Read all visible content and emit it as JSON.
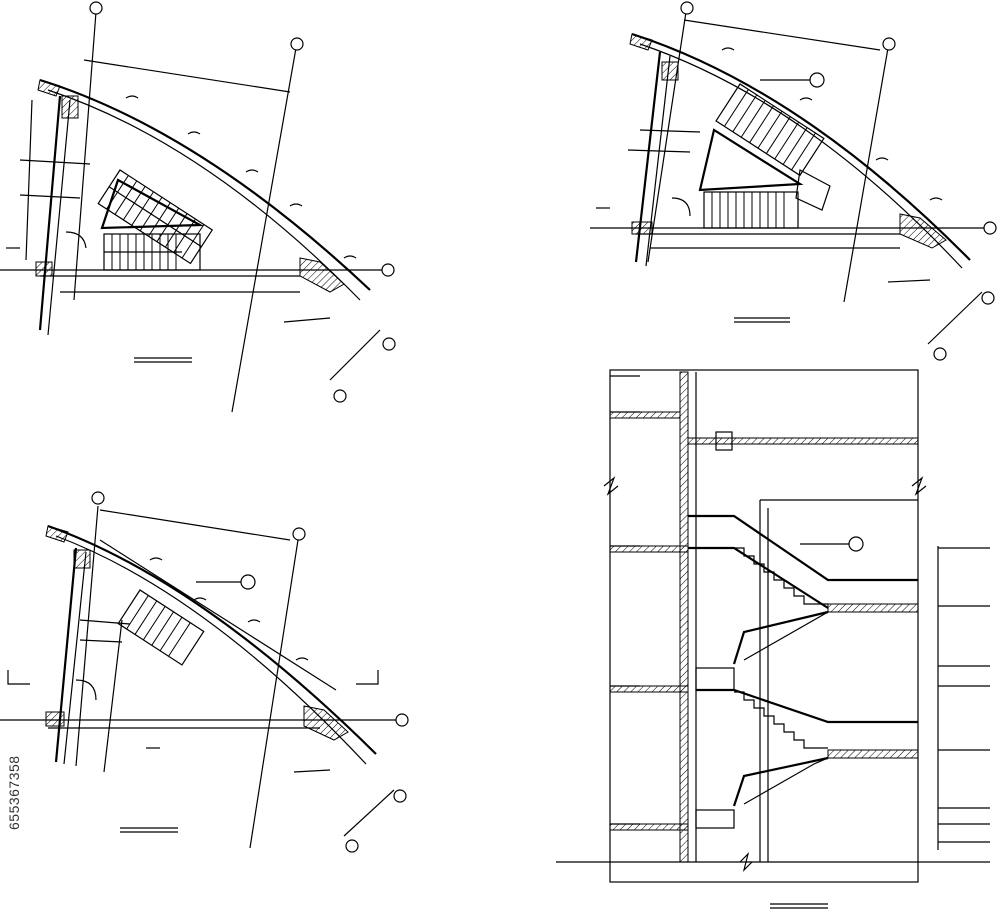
{
  "image": {
    "description_hidden": "",
    "side_text": "655367358"
  },
  "drawings": [
    {
      "id": "plan-top-left"
    },
    {
      "id": "plan-top-right"
    },
    {
      "id": "plan-bottom-left"
    },
    {
      "id": "section-bottom-right"
    }
  ],
  "colors": {
    "ink": "#000000",
    "paper": "#ffffff"
  }
}
